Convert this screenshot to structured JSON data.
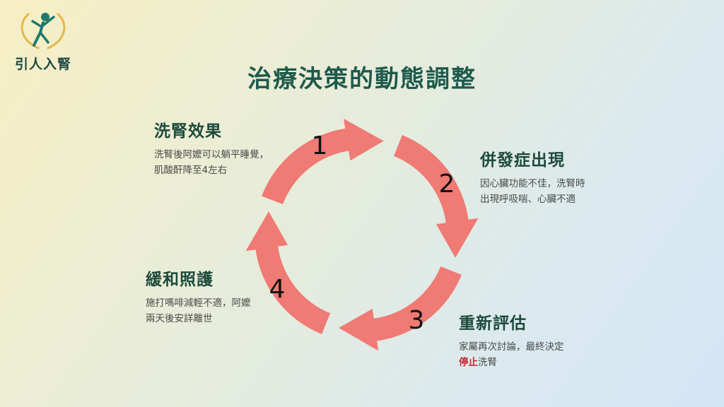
{
  "logo": {
    "text": "引人入腎",
    "colors": {
      "gold": "#e3b84a",
      "teal": "#1f7a6c"
    }
  },
  "title": "治療決策的動態調整",
  "arrow_color": "#f07a74",
  "steps": [
    {
      "number": "1",
      "heading": "洗腎效果",
      "lines": [
        "洗腎後阿嬤可以躺平睡覺，",
        "肌酸酐降至4左右"
      ]
    },
    {
      "number": "2",
      "heading": "併發症出現",
      "lines": [
        "因心臟功能不佳，洗腎時",
        "出現呼吸喘、心臟不適"
      ]
    },
    {
      "number": "3",
      "heading": "重新評估",
      "line1": "家屬再次討論，最終決定",
      "line2_accent": "停止",
      "line2_rest": "洗腎"
    },
    {
      "number": "4",
      "heading": "緩和照護",
      "lines": [
        "施打嗎啡減輕不適，阿嬤",
        "兩天後安詳離世"
      ]
    }
  ]
}
